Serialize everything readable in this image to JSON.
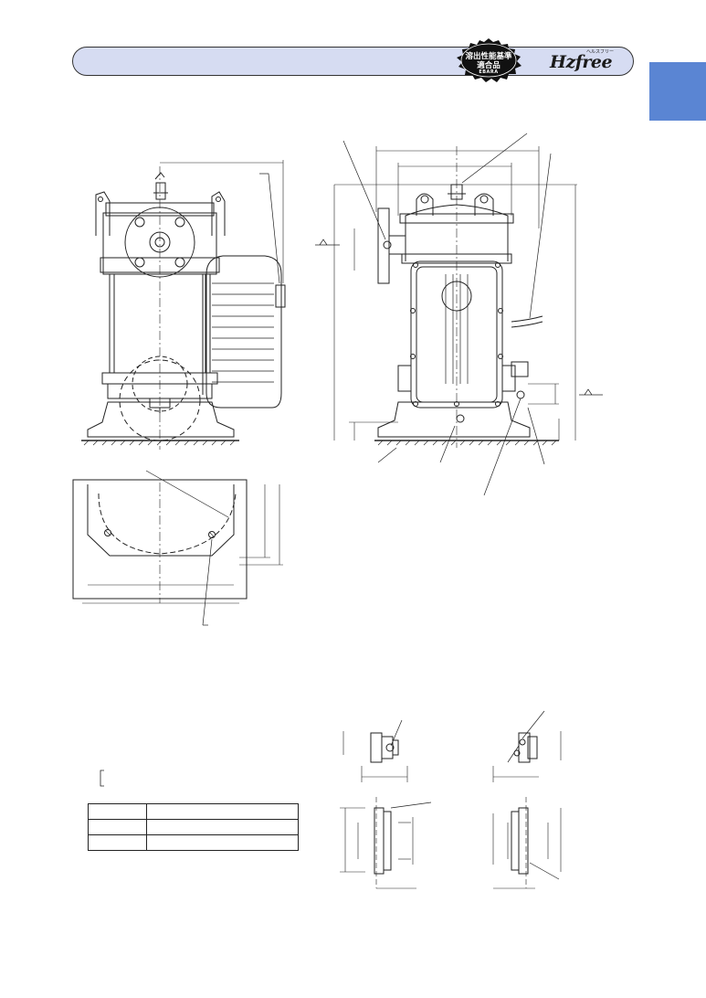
{
  "header": {
    "badge_line1": "溶出性能基準",
    "badge_line2": "適合品",
    "badge_maker": "EBARA",
    "logo_text": "Hzfree",
    "logo_kana": "ヘルスフリー"
  },
  "colors": {
    "header_fill": "#d6dcf2",
    "tab_fill": "#5a85d3",
    "line": "#222222"
  },
  "icons": {
    "badge": "seal-badge",
    "logo": "brand-logo"
  }
}
